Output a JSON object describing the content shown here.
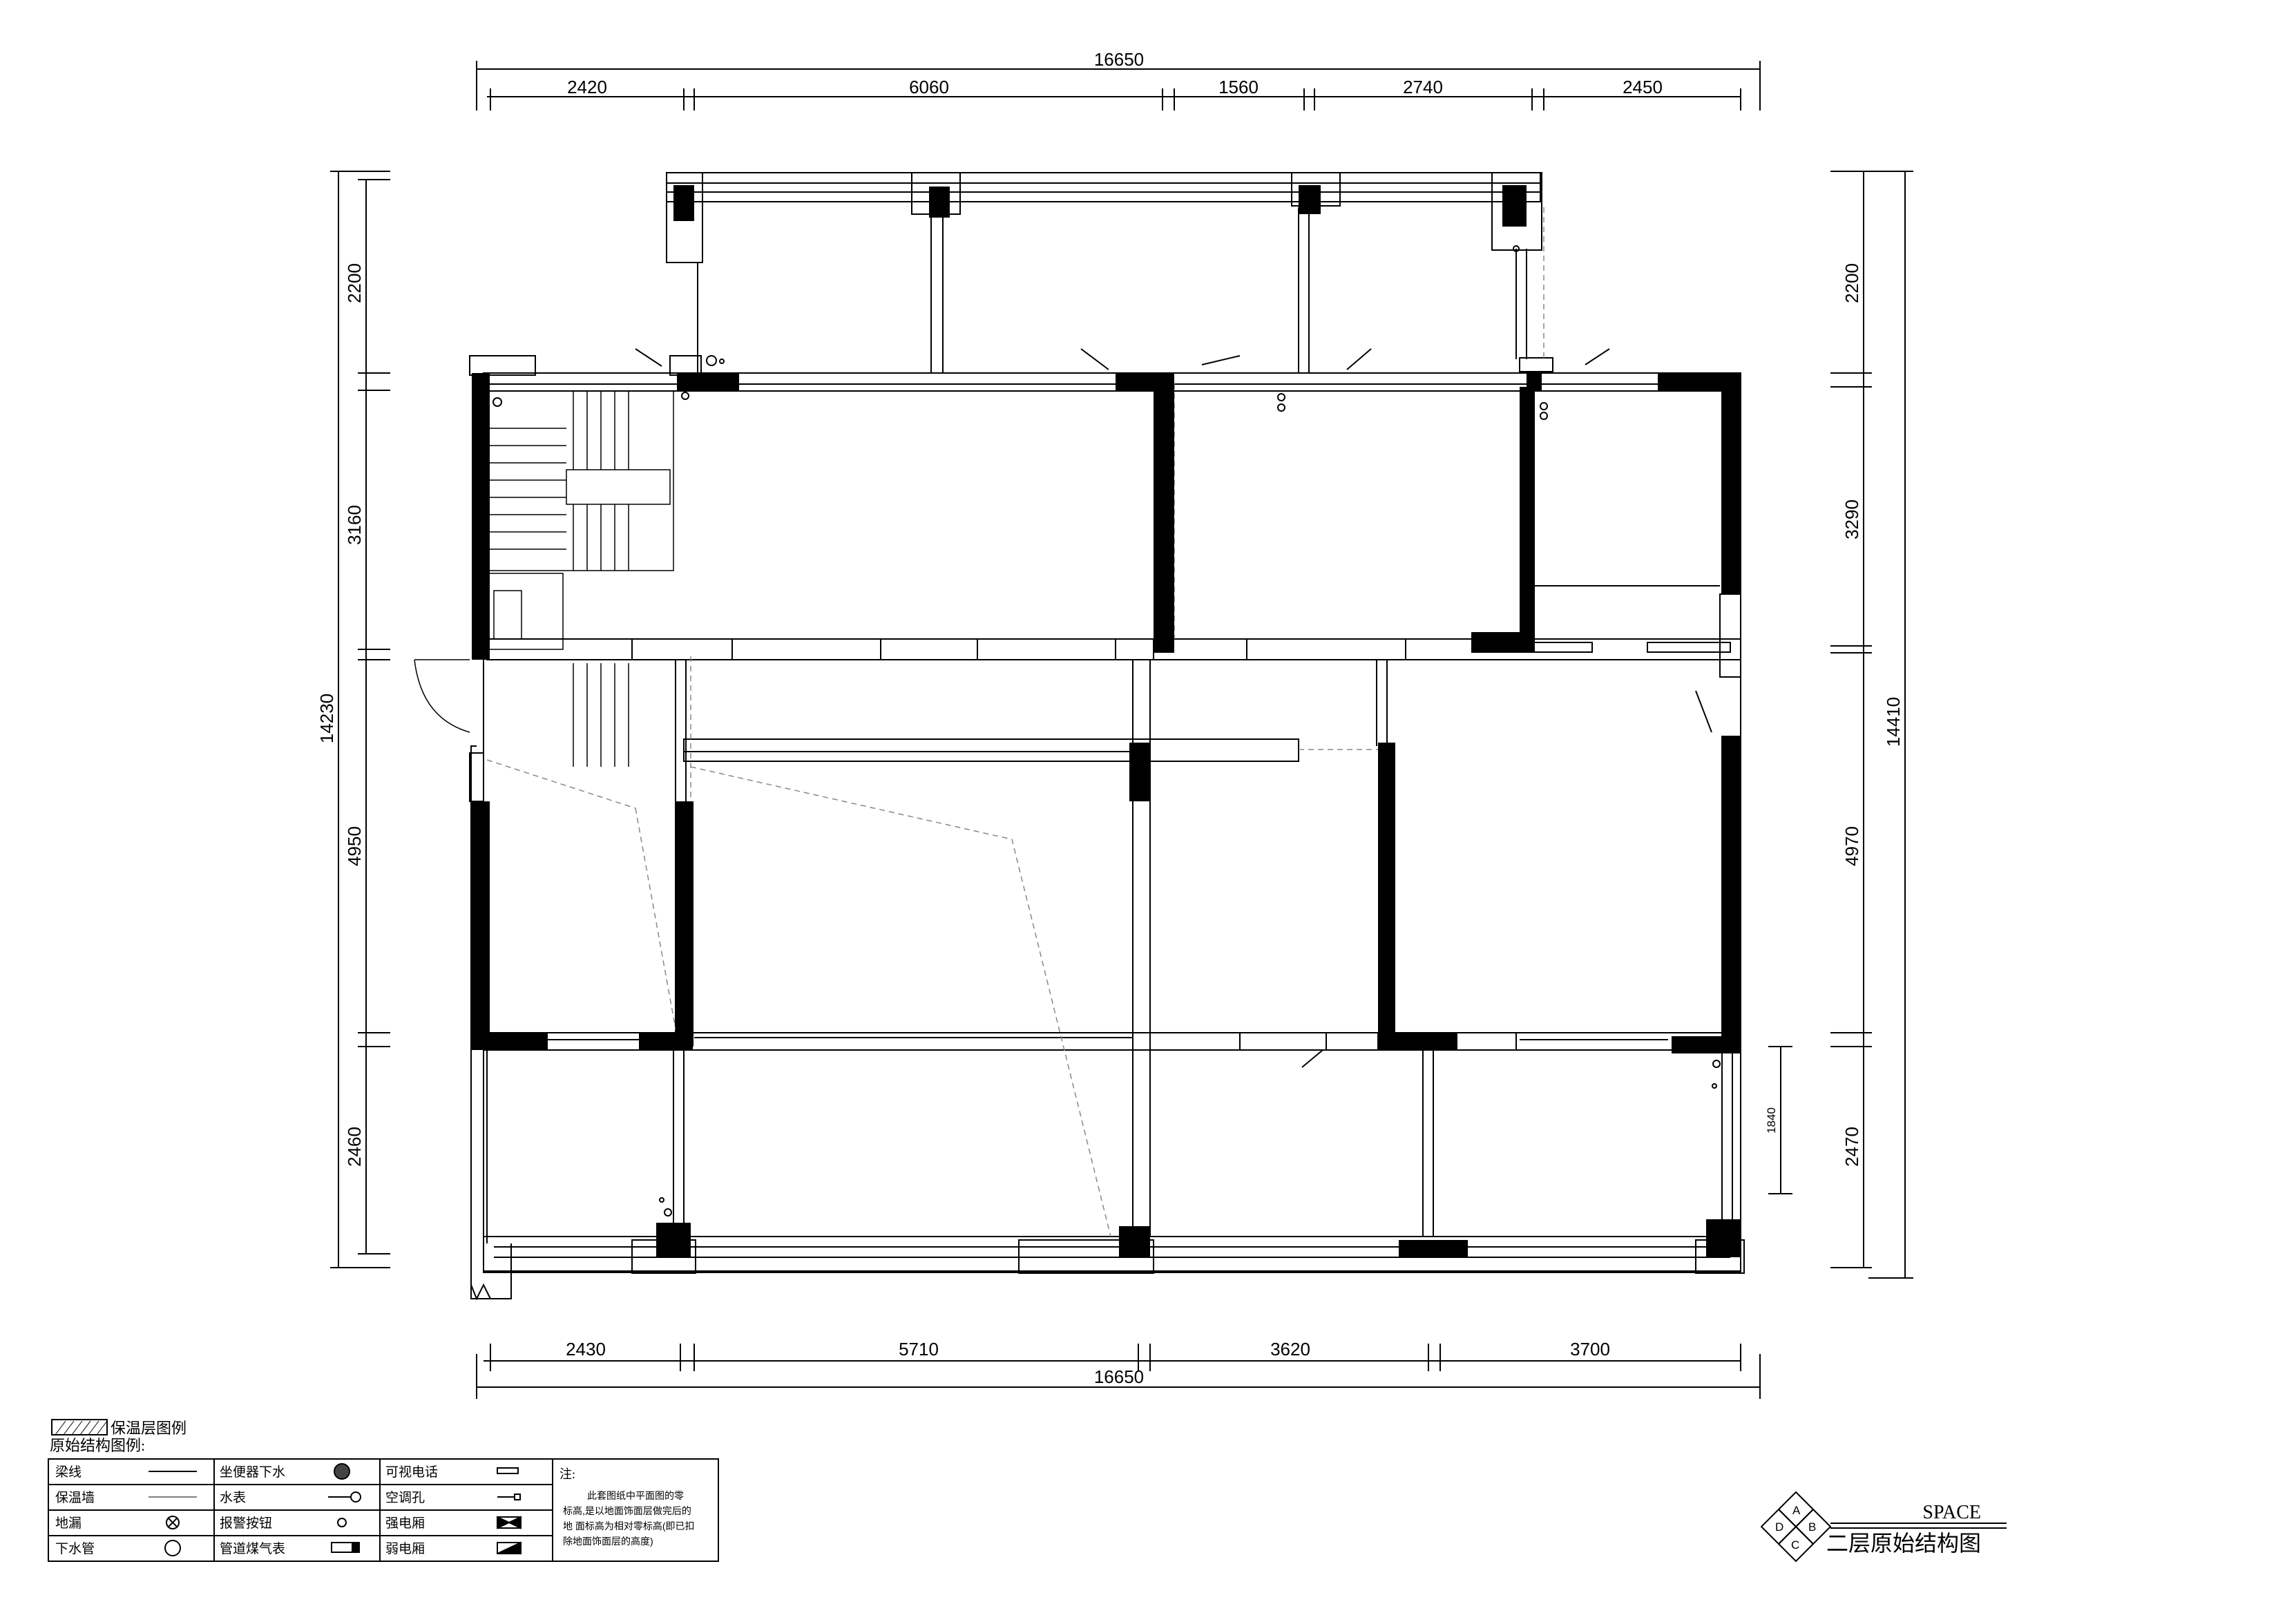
{
  "dimensions": {
    "top_total": "16650",
    "top_segments": [
      "2420",
      "6060",
      "1560",
      "2740",
      "2450"
    ],
    "bottom_total": "16650",
    "bottom_segments": [
      "2430",
      "5710",
      "3620",
      "3700"
    ],
    "left_total": "14230",
    "left_segments": [
      "2200",
      "3160",
      "4950",
      "2460"
    ],
    "right_total": "14410",
    "right_segments": [
      "2200",
      "3290",
      "4970",
      "2470"
    ],
    "small_right": "1840"
  },
  "legend": {
    "insulation_title": "保温层图例",
    "structure_title": "原始结构图例:",
    "rows": [
      [
        "梁线",
        "坐便器下水",
        "可视电话"
      ],
      [
        "保温墙",
        "水表",
        "空调孔"
      ],
      [
        "地漏",
        "报警按钮",
        "强电厢"
      ],
      [
        "下水管",
        "管道煤气表",
        "弱电厢"
      ]
    ]
  },
  "note": {
    "label": "注:",
    "lines": [
      "此套图纸中平面图的零",
      "标高,是以地面饰面层做完后的",
      "地 面标高为相对零标高(即已扣",
      "除地面饰面层的高度)"
    ]
  },
  "title_block": {
    "logo_letters": [
      "A",
      "B",
      "C",
      "D"
    ],
    "brand": "SPACE",
    "title": "二层原始结构图"
  },
  "colors": {
    "line": "#000000",
    "background": "#ffffff",
    "dash": "#888888"
  }
}
